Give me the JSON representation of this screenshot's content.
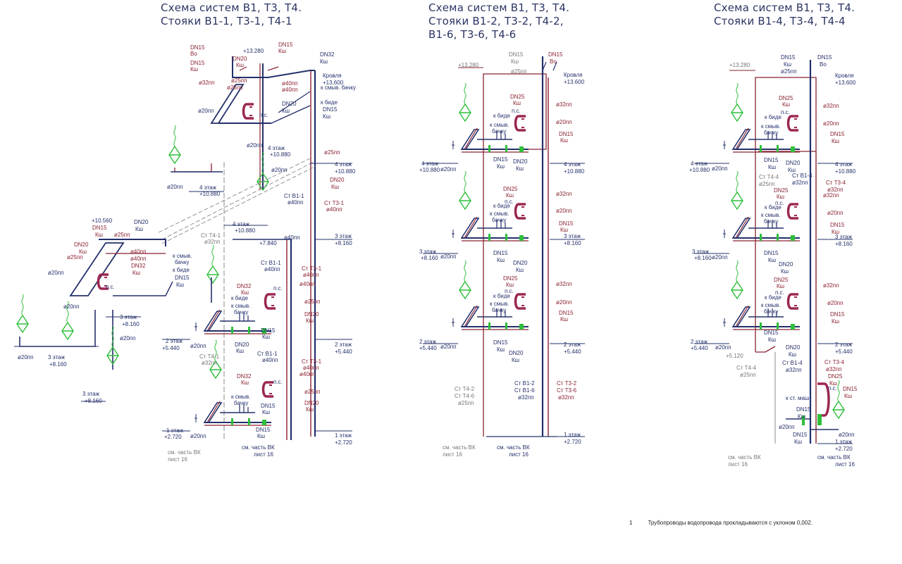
{
  "sheets": [
    {
      "title_lines": [
        "Схема систем В1, Т3, Т4.",
        "Стояки В1-1, Т3-1, Т4-1"
      ],
      "roof_label": "Кровля",
      "roof_mark": "+13.600",
      "top_mark": "+13.280",
      "floors": [
        {
          "label": "4 этаж",
          "mark": "+10.880"
        },
        {
          "label": "3 этаж",
          "mark": "+8.160"
        },
        {
          "label": "2 этаж",
          "mark": "+5.440"
        },
        {
          "label": "1 этаж",
          "mark": "+2.720"
        }
      ],
      "risers_b": [
        "Ст В1-1",
        "ø40пп"
      ],
      "risers_r": [
        "Ст Т3-1",
        "ø40пп"
      ],
      "risers_g": [
        "Ст Т4-1",
        "ø32пп"
      ],
      "ref": [
        "см. часть ВК",
        "лист 16"
      ],
      "fixtures": [
        "к смыв. бачку",
        "к биде",
        "п.с."
      ],
      "wing": {
        "marks": [
          "+10.560",
          "+7.840",
          "+8.160"
        ],
        "floor": "3 этаж"
      }
    },
    {
      "title_lines": [
        "Схема систем В1, Т3, Т4.",
        "Стояки В1-2, Т3-2, Т4-2,",
        "В1-6, Т3-6, Т4-6"
      ],
      "roof_label": "Кровля",
      "roof_mark": "+13.600",
      "top_mark": "+13.280",
      "floors": [
        {
          "label": "4 этаж",
          "mark": "+10.880"
        },
        {
          "label": "3 этаж",
          "mark": "+8.160"
        },
        {
          "label": "2 этаж",
          "mark": "+5.440"
        },
        {
          "label": "1 этаж",
          "mark": "+2.720"
        }
      ],
      "risers_b": [
        "Ст В1-2",
        "Ст В1-6",
        "ø32пп"
      ],
      "risers_r": [
        "Ст Т3-2",
        "Ст Т3-6",
        "ø32пп"
      ],
      "risers_g": [
        "Ст Т4-2",
        "Ст Т4-6",
        "ø25пп"
      ],
      "ref": [
        "см. часть ВК",
        "лист 16"
      ],
      "fixtures": [
        "к смыв. бачку",
        "к биде",
        "п.с."
      ]
    },
    {
      "title_lines": [
        "Схема систем В1, Т3, Т4.",
        "Стояки В1-4, Т3-4, Т4-4"
      ],
      "roof_label": "Кровля",
      "roof_mark": "+13.600",
      "top_mark": "+13.280",
      "floors": [
        {
          "label": "4 этаж",
          "mark": "+10.880"
        },
        {
          "label": "3 этаж",
          "mark": "+8.160"
        },
        {
          "label": "2 этаж",
          "mark": "+5.440"
        },
        {
          "label": "1 этаж",
          "mark": "+2.720"
        }
      ],
      "risers_b": [
        "Ст В1-4",
        "ø32пп"
      ],
      "risers_r": [
        "Ст Т3-4",
        "ø32пп"
      ],
      "risers_g": [
        "Ст Т4-4",
        "ø25пп"
      ],
      "ref": [
        "см. часть ВК",
        "лист 16"
      ],
      "fixtures": [
        "к смыв. бачку",
        "к биде",
        "п.с."
      ],
      "extra": {
        "mark": "+5.120",
        "fixture": "к ст. маш"
      }
    }
  ],
  "pipe_labels": {
    "dn": [
      "DN15",
      "DN20",
      "DN25",
      "DN32"
    ],
    "medium": [
      "Кш",
      "Во"
    ],
    "dia": [
      "ø20пп",
      "ø25пп",
      "ø32пп",
      "ø40пп"
    ]
  },
  "note": {
    "num": "1",
    "text": "Трубопроводы водопровода прокладываются с уклоном 0,002."
  },
  "colors": {
    "cold": "#24306b",
    "hot": "#8a2230",
    "circ": "#777777",
    "fixture": "#2fbf3a"
  }
}
